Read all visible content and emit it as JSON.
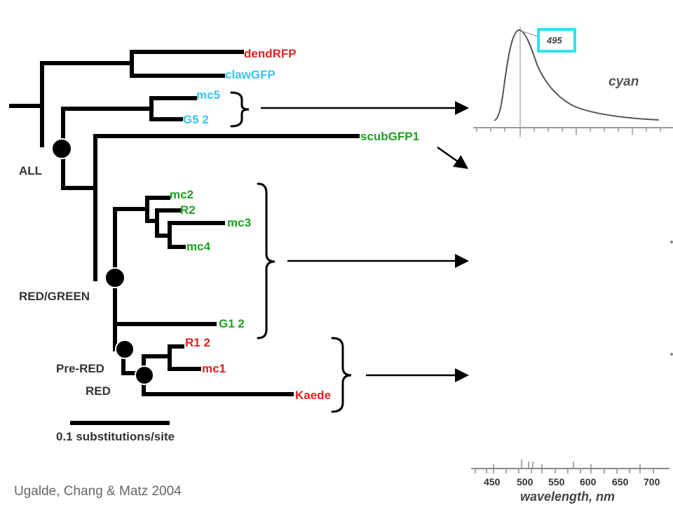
{
  "leaves": {
    "dendRFP": {
      "label": "dendRFP",
      "color": "#e0201e"
    },
    "clawGFP": {
      "label": "clawGFP",
      "color": "#34c6f2"
    },
    "mc5": {
      "label": "mc5",
      "color": "#34c6f2"
    },
    "g5_2": {
      "label": "G5 2",
      "color": "#34c6f2"
    },
    "scubGFP1": {
      "label": "scubGFP1",
      "color": "#1fa01f"
    },
    "mc2": {
      "label": "mc2",
      "color": "#1fa01f"
    },
    "r2": {
      "label": "R2",
      "color": "#1fa01f"
    },
    "mc3": {
      "label": "mc3",
      "color": "#1fa01f"
    },
    "mc4": {
      "label": "mc4",
      "color": "#1fa01f"
    },
    "g1_2": {
      "label": "G1 2",
      "color": "#1fa01f"
    },
    "r1_2": {
      "label": "R1 2",
      "color": "#e0201e"
    },
    "mc1": {
      "label": "mc1",
      "color": "#e0201e"
    },
    "kaede": {
      "label": "Kaede",
      "color": "#e0201e"
    }
  },
  "nodes": {
    "all": "ALL",
    "red_green": "RED/GREEN",
    "pre_red": "Pre-RED",
    "red": "RED"
  },
  "scale_bar": {
    "label": "0.1 substitutions/site",
    "value": 0.1
  },
  "spectrum": {
    "peak_label": "495",
    "series_name": "cyan",
    "xlabel": "wavelength, nm",
    "x_ticks": [
      "450",
      "500",
      "550",
      "600",
      "650",
      "700"
    ]
  },
  "credit": "Ugalde, Chang & Matz  2004"
}
